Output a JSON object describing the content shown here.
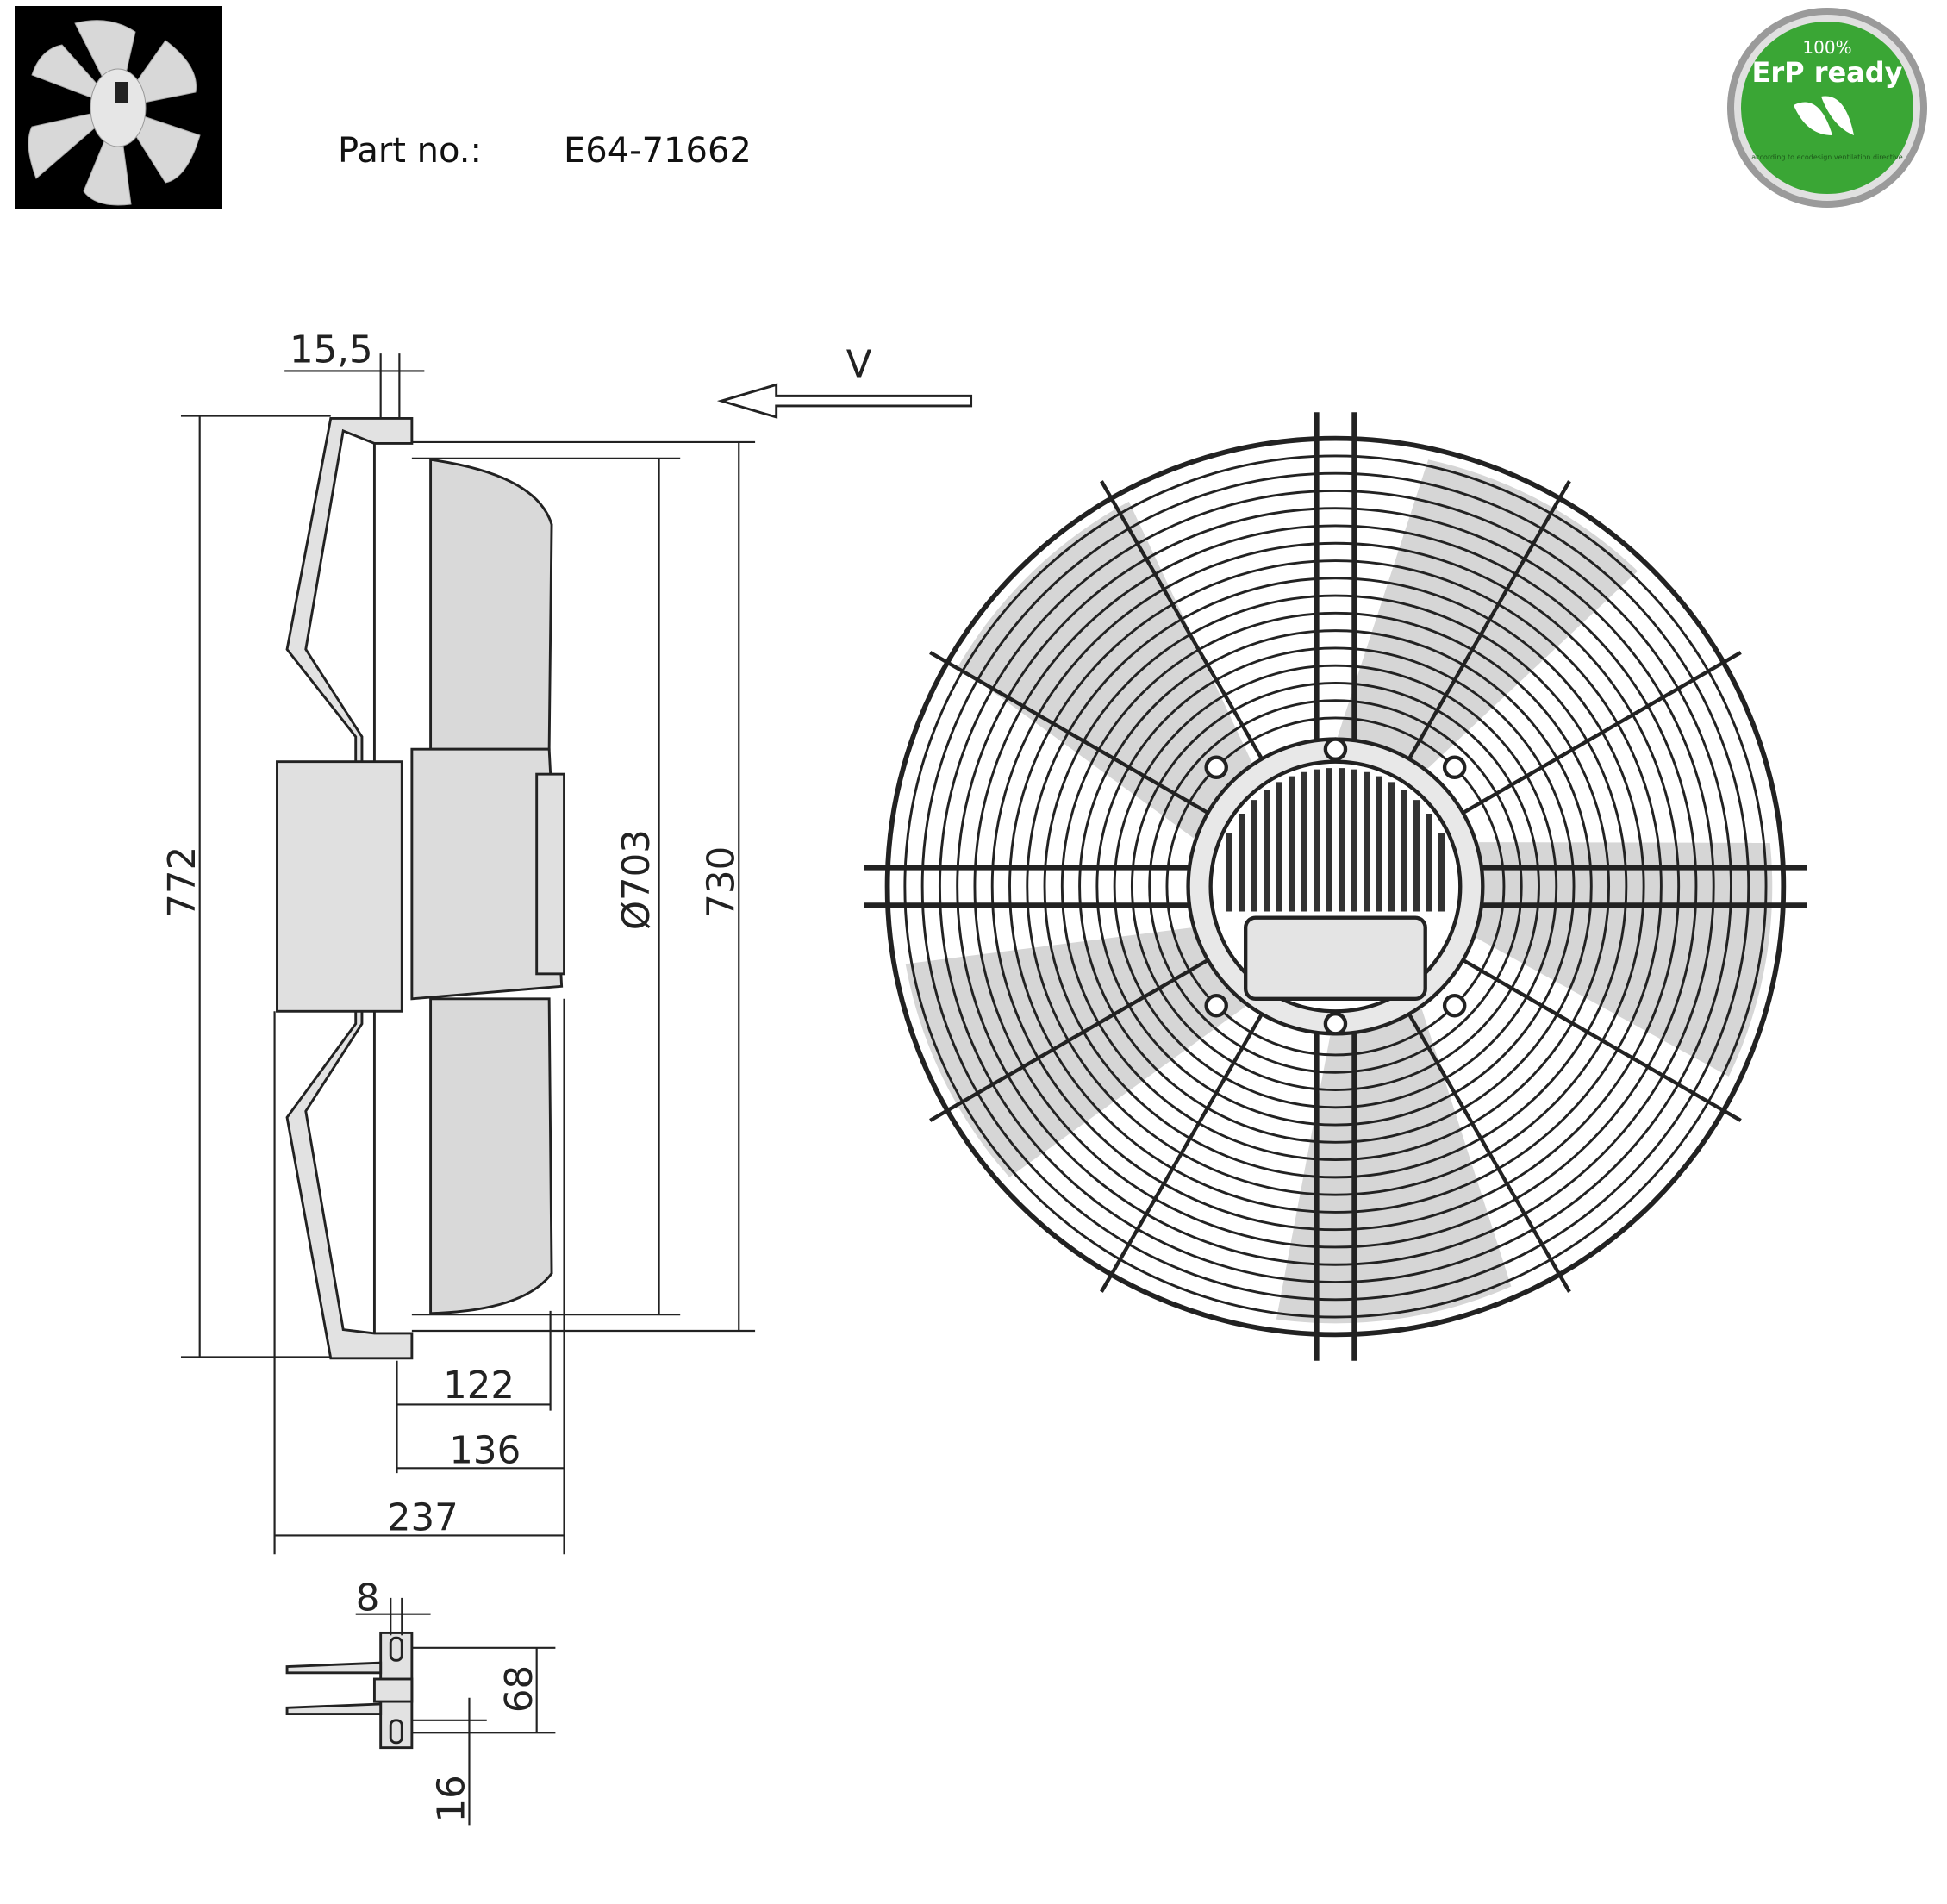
{
  "header": {
    "part_label": "Part no.:",
    "part_number": "E64-71662"
  },
  "badge": {
    "percent": "100%",
    "title": "ErP ready",
    "subtitle": "according to ecodesign ventilation directive",
    "color": "#3aa635"
  },
  "dimensions": {
    "flange": "15,5",
    "airflow": "V",
    "overall_height": "772",
    "blade_diameter": "Ø703",
    "guard_height": "730",
    "depth_a": "122",
    "depth_b": "136",
    "depth_total": "237",
    "slot_width": "8",
    "slot_spacing": "68",
    "slot_length": "16"
  }
}
